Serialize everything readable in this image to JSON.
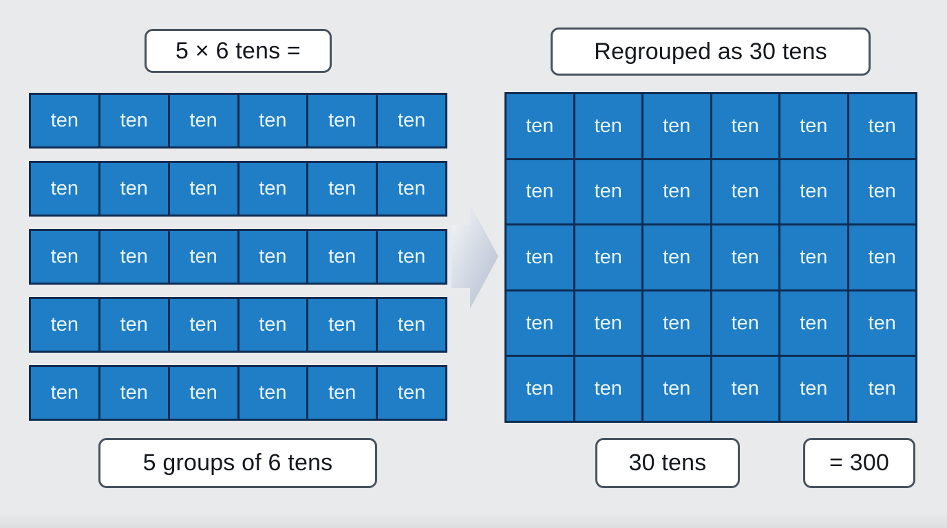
{
  "diagram": {
    "title_left": "5 × 6 tens =",
    "title_right": "Regrouped as 30 tens",
    "caption_left": "5 groups of 6 tens",
    "caption_right_tens": "30 tens",
    "caption_right_total": "= 300",
    "cell_label": "ten",
    "left_grid": {
      "rows": 5,
      "cols": 6
    },
    "right_grid": {
      "rows": 5,
      "cols": 6
    }
  },
  "colors": {
    "background": "#e9eaeb",
    "cell_fill": "#1f7ec5",
    "cell_border": "#0e2c52",
    "cell_text": "#e8f4fc",
    "label_fill": "#ffffff",
    "label_border": "#47525e",
    "label_text": "#15181c",
    "arrow_gradient_start": "#f4f6f8",
    "arrow_gradient_end": "#b2bccf"
  }
}
